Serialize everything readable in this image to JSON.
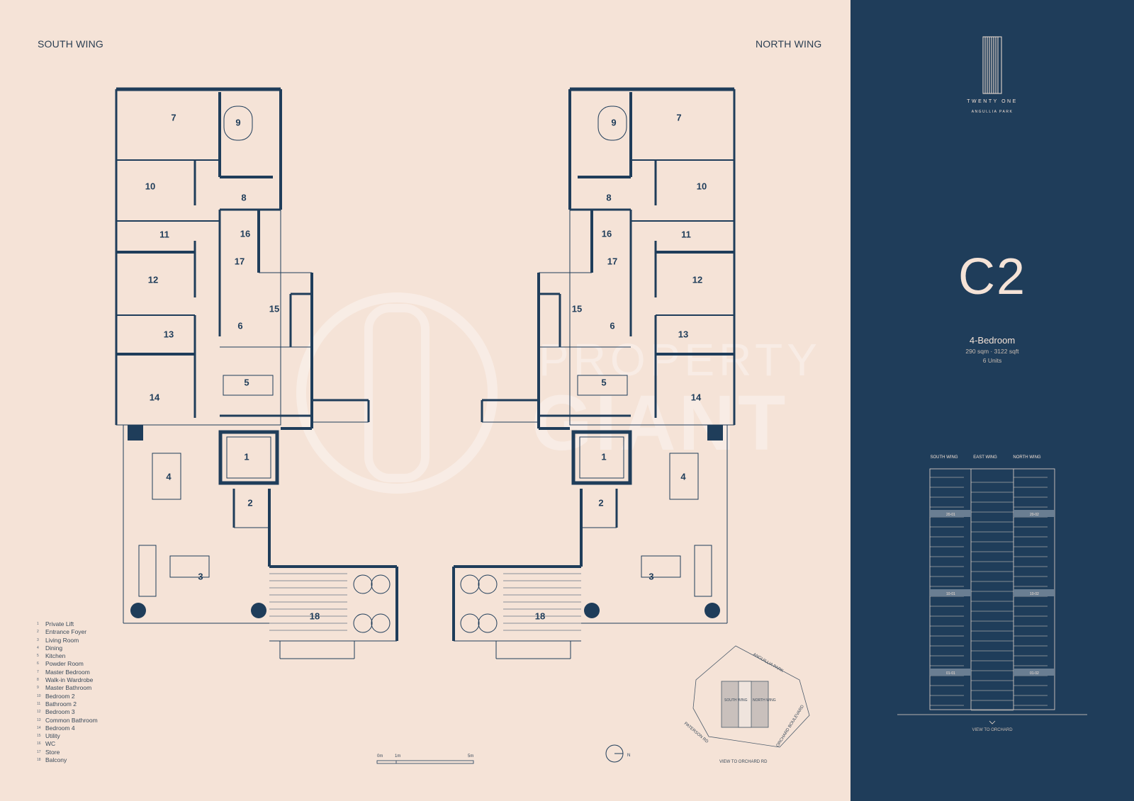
{
  "wings": {
    "south": "SOUTH WING",
    "north": "NORTH WING"
  },
  "rooms_south": [
    "7",
    "9",
    "10",
    "8",
    "11",
    "16",
    "17",
    "12",
    "15",
    "13",
    "6",
    "14",
    "5",
    "1",
    "4",
    "2",
    "3",
    "18"
  ],
  "rooms_north": [
    "9",
    "7",
    "8",
    "10",
    "16",
    "11",
    "17",
    "12",
    "15",
    "6",
    "13",
    "5",
    "14",
    "1",
    "4",
    "2",
    "3",
    "18"
  ],
  "legend": [
    {
      "n": "1",
      "label": "Private Lift"
    },
    {
      "n": "2",
      "label": "Entrance Foyer"
    },
    {
      "n": "3",
      "label": "Living Room"
    },
    {
      "n": "4",
      "label": "Dining"
    },
    {
      "n": "5",
      "label": "Kitchen"
    },
    {
      "n": "6",
      "label": "Powder Room"
    },
    {
      "n": "7",
      "label": "Master Bedroom"
    },
    {
      "n": "8",
      "label": "Walk-in Wardrobe"
    },
    {
      "n": "9",
      "label": "Master Bathroom"
    },
    {
      "n": "10",
      "label": "Bedroom 2"
    },
    {
      "n": "11",
      "label": "Bathroom 2"
    },
    {
      "n": "12",
      "label": "Bedroom 3"
    },
    {
      "n": "13",
      "label": "Common Bathroom"
    },
    {
      "n": "14",
      "label": "Bedroom 4"
    },
    {
      "n": "15",
      "label": "Utility"
    },
    {
      "n": "16",
      "label": "WC"
    },
    {
      "n": "17",
      "label": "Store"
    },
    {
      "n": "18",
      "label": "Balcony"
    }
  ],
  "scale": {
    "s0": "0m",
    "s1": "1m",
    "s5": "5m"
  },
  "compass": "N",
  "site": {
    "anguillia_park": "ANGUILLIA PARK",
    "orchard_blvd": "ORCHARD BOULEVARD",
    "paterson_rd": "PATERSON RD",
    "south_wing": "SOUTH WING",
    "north_wing": "NORTH WING",
    "view": "VIEW TO ORCHARD RD"
  },
  "watermark": {
    "line1": "PROPERTY",
    "line2": "GIANT"
  },
  "brand": {
    "name": "TWENTY ONE",
    "sub": "ANGULLIA PARK"
  },
  "unit": {
    "code": "C2",
    "type": "4-Bedroom",
    "area": "290 sqm · 3122 sqft",
    "count": "6 Units"
  },
  "stack": {
    "headers": [
      "SOUTH WING",
      "EAST WING",
      "NORTH WING"
    ],
    "tags": [
      "20-01",
      "20-02",
      "10-01",
      "10-02",
      "01-01",
      "01-02"
    ],
    "view": "VIEW TO ORCHARD"
  },
  "colors": {
    "navy": "#1f3d5a",
    "cream": "#f5e3d7"
  }
}
